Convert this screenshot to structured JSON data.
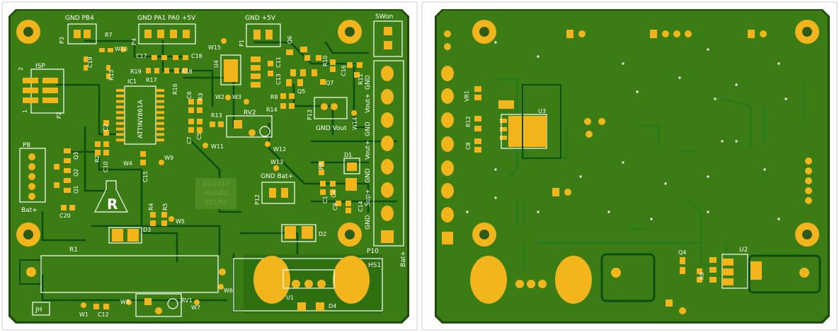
{
  "board": {
    "colors": {
      "board_green": "#3b7d14",
      "edge_dark": "#1e4d0c",
      "trace_dark": "#0c4d12",
      "pad_gold": "#f2b51c",
      "silkscreen": "#ffffff",
      "copper_fill_text": "#4e8a22",
      "background": "#ffffff",
      "frame": "#cccccc"
    },
    "front": {
      "header_labels": [
        {
          "name": "p3-label",
          "text": "GND PB4"
        },
        {
          "name": "p4-label",
          "text": "GND PA1 PA0 +5V"
        },
        {
          "name": "p1-label",
          "text": "GND +5V"
        },
        {
          "name": "p9-label",
          "text": "SWon"
        },
        {
          "name": "p13-label",
          "text": "GND Vout"
        },
        {
          "name": "p12-label",
          "text": "GND Bat+"
        },
        {
          "name": "p8-label",
          "text": "Bat+"
        },
        {
          "name": "isp-label",
          "text": "ISP"
        },
        {
          "name": "hs1-label",
          "text": "HS1"
        },
        {
          "name": "p10-label",
          "text": "P10"
        }
      ],
      "refdes": [
        "P3",
        "R7",
        "W10",
        "P4",
        "C17",
        "C18",
        "P1",
        "W15",
        "Q6",
        "C19",
        "R15",
        "R19",
        "R17",
        "R18",
        "U4",
        "C13",
        "C11",
        "R10",
        "C16",
        "IC1",
        "R16",
        "C6",
        "R3",
        "W2",
        "W3",
        "R8",
        "Q5",
        "Q7",
        "R11",
        "C2",
        "C7",
        "C5",
        "R13",
        "RV2",
        "R14",
        "P13",
        "W14",
        "R2",
        "C10",
        "W4",
        "W11",
        "W12",
        "D1",
        "C15",
        "W9",
        "W13",
        "R6",
        "Q3",
        "Q2",
        "Q1",
        "P8",
        "C20",
        "R4",
        "R5",
        "W5",
        "C1",
        "C9",
        "C4",
        "C14",
        "D3",
        "D2",
        "R1",
        "W6",
        "U1",
        "D4",
        "W1",
        "C12",
        "W8",
        "RV1",
        "W7",
        "JH",
        "P12",
        "P2",
        "2",
        "1"
      ],
      "chip_label": "ATTINY861A",
      "date_block": [
        "05/2017",
        "redlabs",
        "011/02"
      ],
      "p10_pins": [
        "Bat+",
        "GND",
        "Sup+",
        "GND",
        "Vout+",
        "GND",
        "Vout+",
        "GND"
      ]
    },
    "back": {
      "refdes": [
        "U3",
        "VR1",
        "R12",
        "C8",
        "Q4",
        "U2",
        "R9"
      ]
    }
  }
}
